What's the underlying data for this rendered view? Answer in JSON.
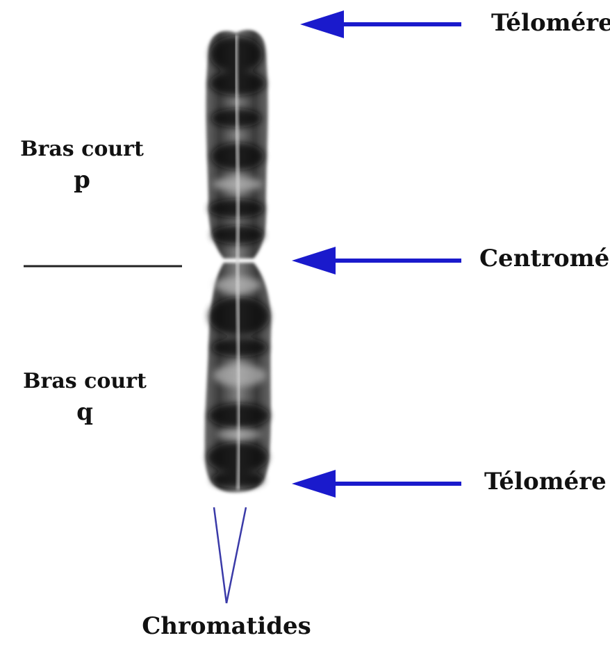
{
  "labels": {
    "telomere_top": "Télomére",
    "centromere": "Centromére",
    "telomere_bottom": "Télomére",
    "chromatides": "Chromatides",
    "arm_p_title": "Bras court",
    "arm_p_letter": "p",
    "arm_q_title": "Bras court",
    "arm_q_letter": "q"
  },
  "colors": {
    "arrow": "#1a1acc",
    "chromatid_lines": "#3a3aa8",
    "divider_line": "#222222",
    "text": "#111111",
    "background": "#ffffff"
  }
}
